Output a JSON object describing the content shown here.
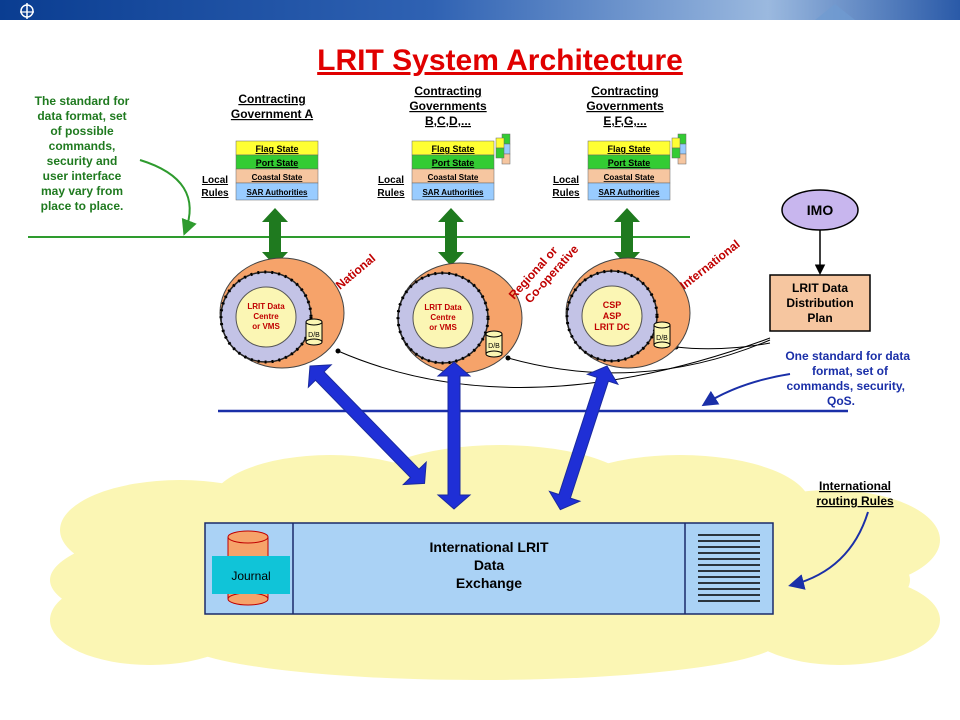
{
  "title": "LRIT System Architecture",
  "left_note": [
    "The standard for",
    "data format, set",
    "of possible",
    "commands,",
    "security and",
    "user interface",
    "may vary from",
    "place to place."
  ],
  "groups": [
    {
      "heading": [
        "Contracting",
        "Government A"
      ],
      "regional_label": "National",
      "centre_text": [
        "LRIT Data",
        "Centre",
        "or VMS"
      ]
    },
    {
      "heading": [
        "Contracting",
        "Governments",
        "B,C,D,..."
      ],
      "regional_label_lines": [
        "Regional or",
        "Co-operative"
      ],
      "centre_text": [
        "LRIT Data",
        "Centre",
        "or VMS"
      ]
    },
    {
      "heading": [
        "Contracting",
        "Governments",
        "E,F,G,..."
      ],
      "regional_label": "International",
      "centre_text": [
        "CSP",
        "ASP",
        "LRIT DC"
      ]
    }
  ],
  "state_rows": [
    "Flag State",
    "Port State",
    "Coastal State",
    "SAR Authorities"
  ],
  "local_rules": [
    "Local",
    "Rules"
  ],
  "db_label": "D/B",
  "imo": "IMO",
  "distribution_plan": [
    "LRIT Data",
    "Distribution",
    "Plan"
  ],
  "right_note": [
    "One standard for data",
    "format, set  of",
    "commands,  security,",
    "QoS."
  ],
  "routing_note": [
    "International",
    "routing Rules"
  ],
  "journal": "Journal",
  "exchange": [
    "International LRIT",
    "Data",
    "Exchange"
  ],
  "colors": {
    "title_red": "#e00000",
    "green_line": "#2e9b2e",
    "blue_line": "#1a2fa8",
    "green_arrow": "#1f7a1f",
    "blue_arrow": "#1f2fd6",
    "cloud": "#fbf6b4",
    "exchange_fill": "#aad2f5",
    "orange": "#f6a36a",
    "flag_state": "#ffff33",
    "port_state": "#33cc33",
    "coastal_state": "#f6c6a0",
    "sar": "#99ccff"
  }
}
